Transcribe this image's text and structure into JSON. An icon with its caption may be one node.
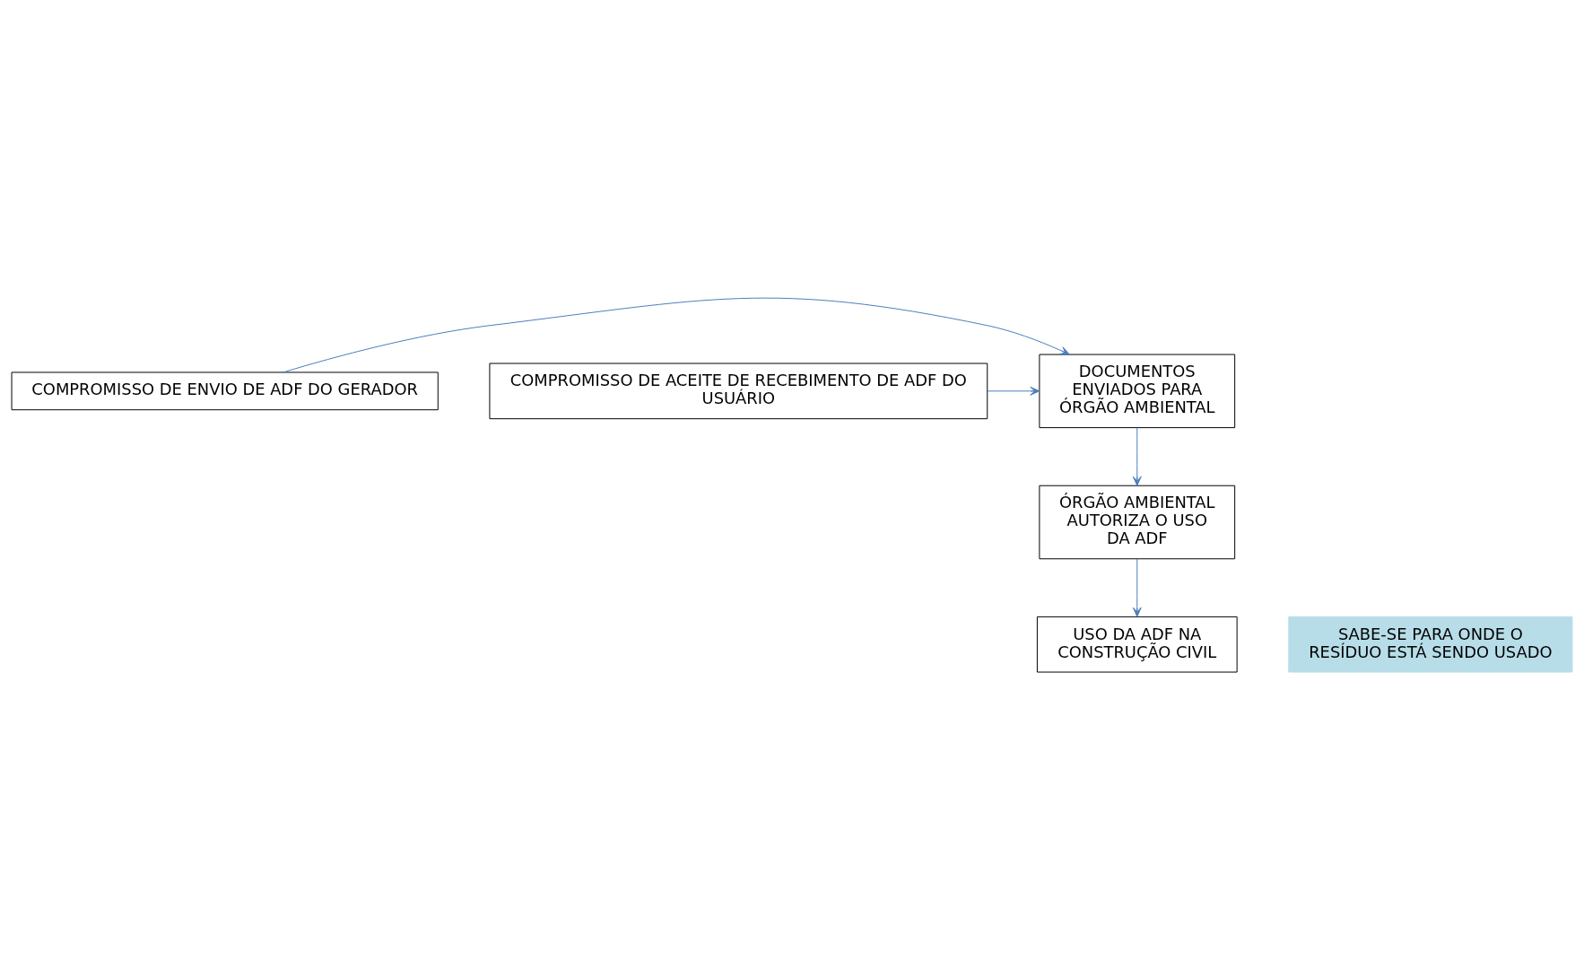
{
  "diagram": {
    "nodes": [
      {
        "text": [
          "COMPROMISSO DE ENVIO DE ADF DO GERADOR"
        ]
      },
      {
        "text": [
          "COMPROMISSO DE ACEITE DE RECEBIMENTO DE ADF DO USUÁRIO"
        ]
      },
      {
        "text": [
          "DOCUMENTOS ENVIADOS PARA ÓRGÃO AMBIENTAL"
        ]
      },
      {
        "text": [
          "ÓRGÃO AMBIENTAL AUTORIZA O USO DA ADF"
        ]
      },
      {
        "text": [
          "USO DA ADF NA CONSTRUÇÃO CIVIL"
        ]
      },
      {
        "text": [
          "SABE-SE PARA ONDE O RESÍDUO ESTÁ SENDO USADO"
        ]
      }
    ],
    "edges": [
      {
        "from": 0,
        "to": 2,
        "arrow": "to",
        "color": "#4a7ebb"
      },
      {
        "from": 1,
        "to": 2,
        "arrow": "to",
        "color": "#4a7ebb"
      },
      {
        "from": 2,
        "to": 3,
        "arrow": "to",
        "color": "#4a7ebb"
      },
      {
        "from": 3,
        "to": 4,
        "arrow": "to",
        "color": "#4a7ebb"
      }
    ]
  }
}
